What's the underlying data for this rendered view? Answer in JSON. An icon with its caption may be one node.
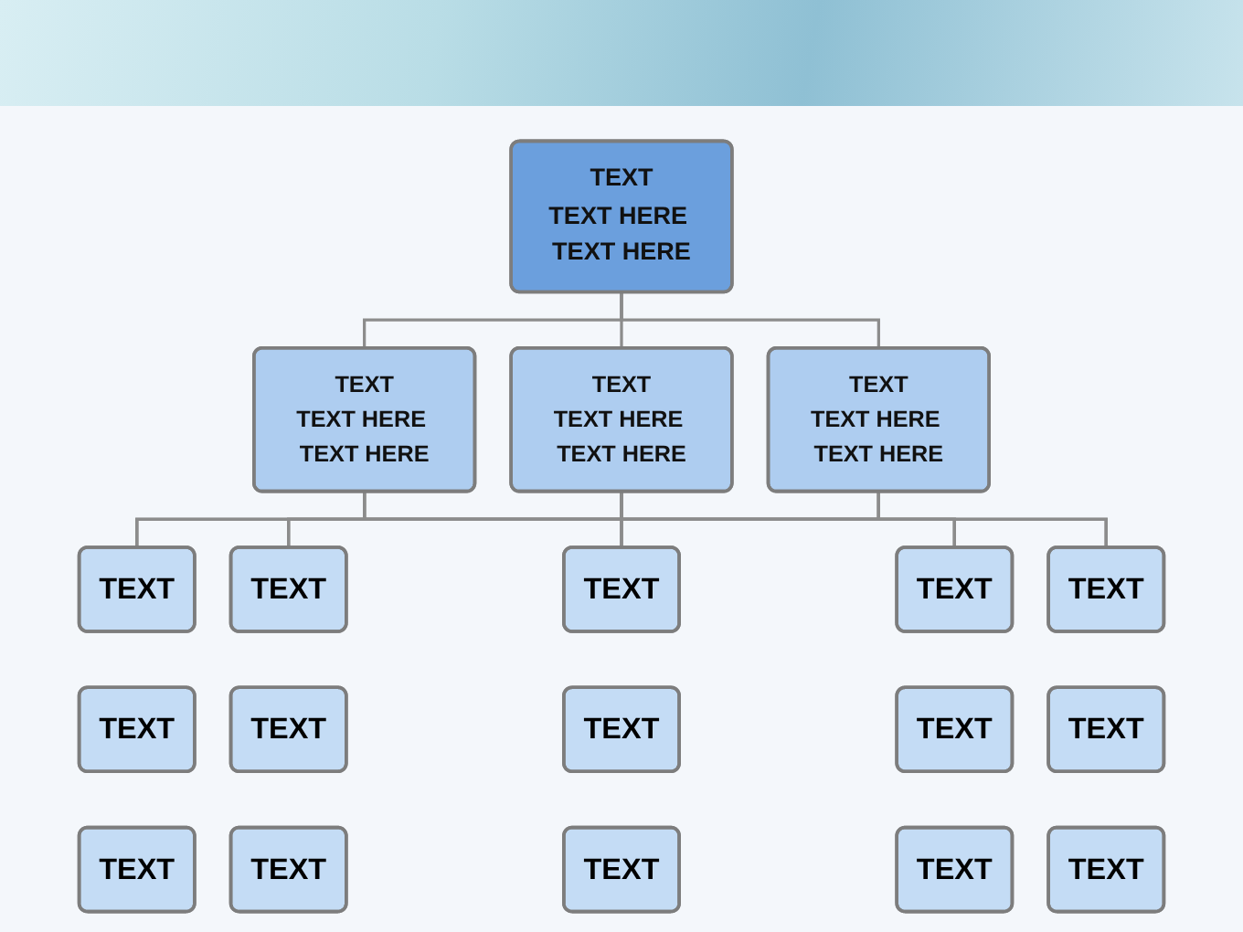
{
  "diagram": {
    "nodes": [
      {
        "text": [
          "TEXT",
          "TEXT HERE TEXT HERE"
        ]
      },
      {
        "text": [
          "TEXT",
          "TEXT HERE TEXT HERE"
        ]
      },
      {
        "text": [
          "TEXT",
          "TEXT HERE TEXT HERE"
        ]
      },
      {
        "text": [
          "TEXT",
          "TEXT HERE TEXT HERE"
        ]
      },
      {
        "text": [
          "TEXT"
        ]
      },
      {
        "text": [
          "TEXT"
        ]
      },
      {
        "text": [
          "TEXT"
        ]
      },
      {
        "text": [
          "TEXT"
        ]
      },
      {
        "text": [
          "TEXT"
        ]
      },
      {
        "text": [
          "TEXT"
        ]
      },
      {
        "text": [
          "TEXT"
        ]
      },
      {
        "text": [
          "TEXT"
        ]
      },
      {
        "text": [
          "TEXT"
        ]
      },
      {
        "text": [
          "TEXT"
        ]
      },
      {
        "text": [
          "TEXT"
        ]
      },
      {
        "text": [
          "TEXT"
        ]
      },
      {
        "text": [
          "TEXT"
        ]
      },
      {
        "text": [
          "TEXT"
        ]
      },
      {
        "text": [
          "TEXT"
        ]
      }
    ],
    "edges": [
      {
        "from": 0,
        "to": 1,
        "arrow": "none"
      },
      {
        "from": 0,
        "to": 2,
        "arrow": "none"
      },
      {
        "from": 0,
        "to": 3,
        "arrow": "none"
      },
      {
        "from": 1,
        "to": 4,
        "arrow": "none"
      },
      {
        "from": 1,
        "to": 5,
        "arrow": "none"
      },
      {
        "from": 1,
        "to": 6,
        "arrow": "none"
      },
      {
        "from": 1,
        "to": 7,
        "arrow": "none"
      },
      {
        "from": 1,
        "to": 8,
        "arrow": "none"
      },
      {
        "from": 2,
        "to": 4,
        "arrow": "none"
      },
      {
        "from": 2,
        "to": 5,
        "arrow": "none"
      },
      {
        "from": 2,
        "to": 6,
        "arrow": "none"
      },
      {
        "from": 2,
        "to": 7,
        "arrow": "none"
      },
      {
        "from": 2,
        "to": 8,
        "arrow": "none"
      },
      {
        "from": 3,
        "to": 4,
        "arrow": "none"
      },
      {
        "from": 3,
        "to": 5,
        "arrow": "none"
      },
      {
        "from": 3,
        "to": 6,
        "arrow": "none"
      },
      {
        "from": 3,
        "to": 7,
        "arrow": "none"
      },
      {
        "from": 3,
        "to": 8,
        "arrow": "none"
      }
    ]
  }
}
